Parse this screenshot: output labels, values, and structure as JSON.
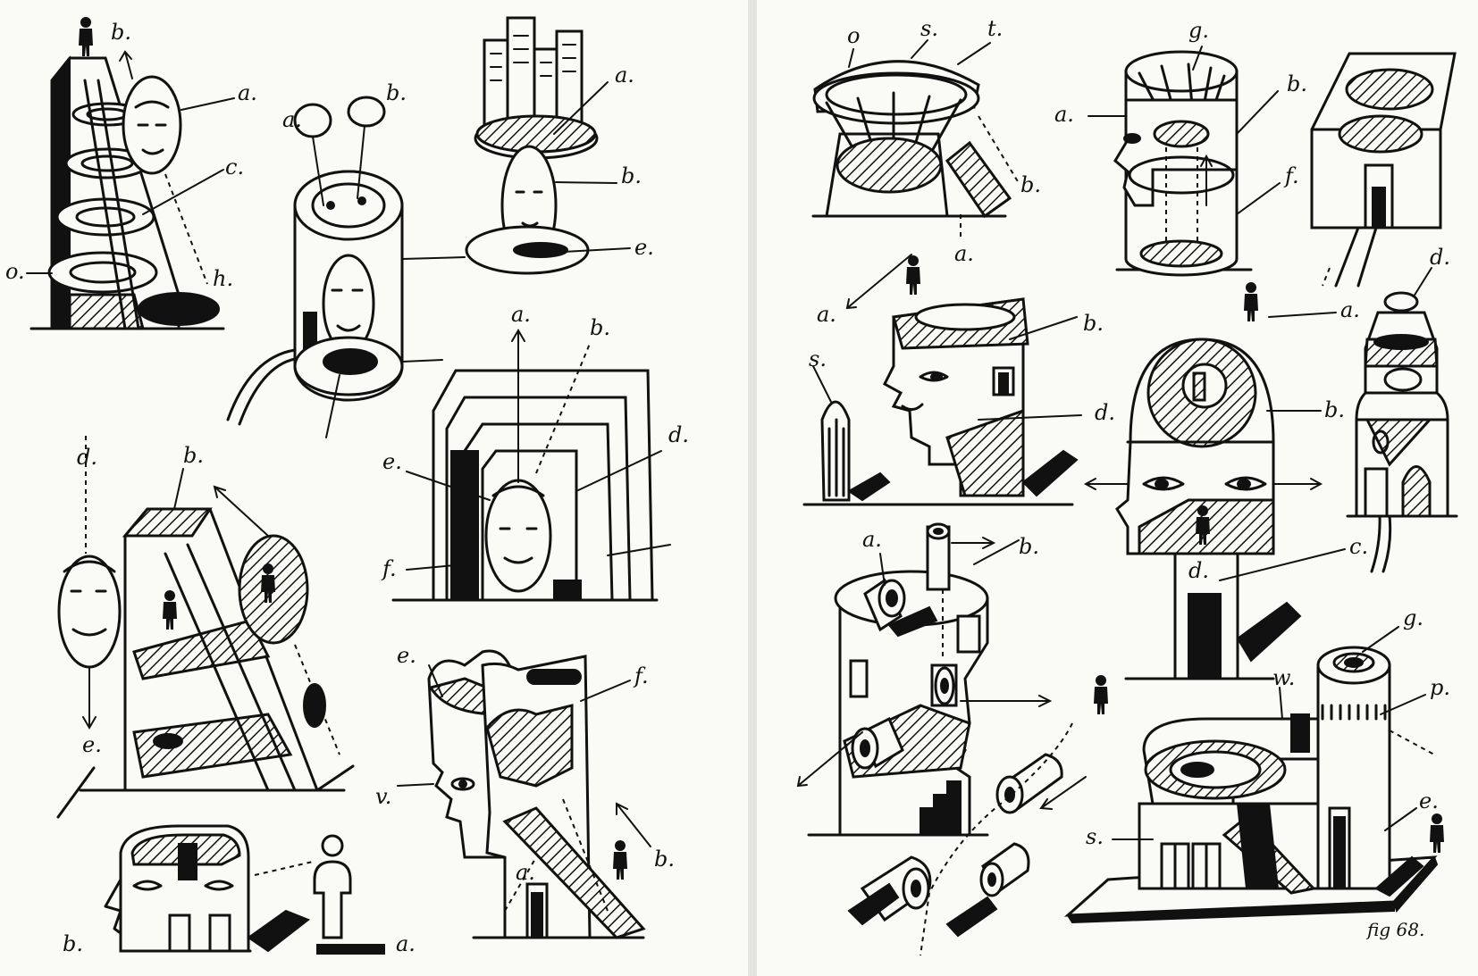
{
  "caption": "fig 68.",
  "colors": {
    "ink": "#111111",
    "paper": "#fafaf6"
  },
  "labels": {
    "p1_b": "b.",
    "p1_a": "a.",
    "p1_c": "c.",
    "p1_o": "o.",
    "p1_h": "h.",
    "p2_a": "a.",
    "p2_b": "b.",
    "p3_a": "a.",
    "p3_b": "b.",
    "p3_e": "e.",
    "p4_a": "a.",
    "p4_b": "b.",
    "p4_d": "d.",
    "p4_e": "e.",
    "p4_f": "f.",
    "p5_d": "d.",
    "p5_b": "b.",
    "p5_e": "e.",
    "p6_b": "b.",
    "p6_a": "a.",
    "p7_e": "e.",
    "p7_f": "f.",
    "p7_v": "v.",
    "p7_a": "a.",
    "p7_b": "b.",
    "p8_o": "o",
    "p8_s": "s.",
    "p8_t": "t.",
    "p8_b": "b.",
    "p8_a": "a.",
    "p9_g": "g.",
    "p9_a": "a.",
    "p9_b": "b.",
    "p9_f": "f.",
    "p11_a": "a.",
    "p11_b": "b.",
    "p11_s": "s.",
    "p11_d": "d.",
    "p12_a": "a.",
    "p12_b": "b.",
    "p12_c": "c.",
    "p12_d": "d.",
    "p13_d": "d.",
    "p14_a": "a.",
    "p14_b": "b.",
    "p15_w": "w.",
    "p15_g": "g.",
    "p15_p": "p.",
    "p15_e": "e.",
    "p15_s": "s."
  }
}
